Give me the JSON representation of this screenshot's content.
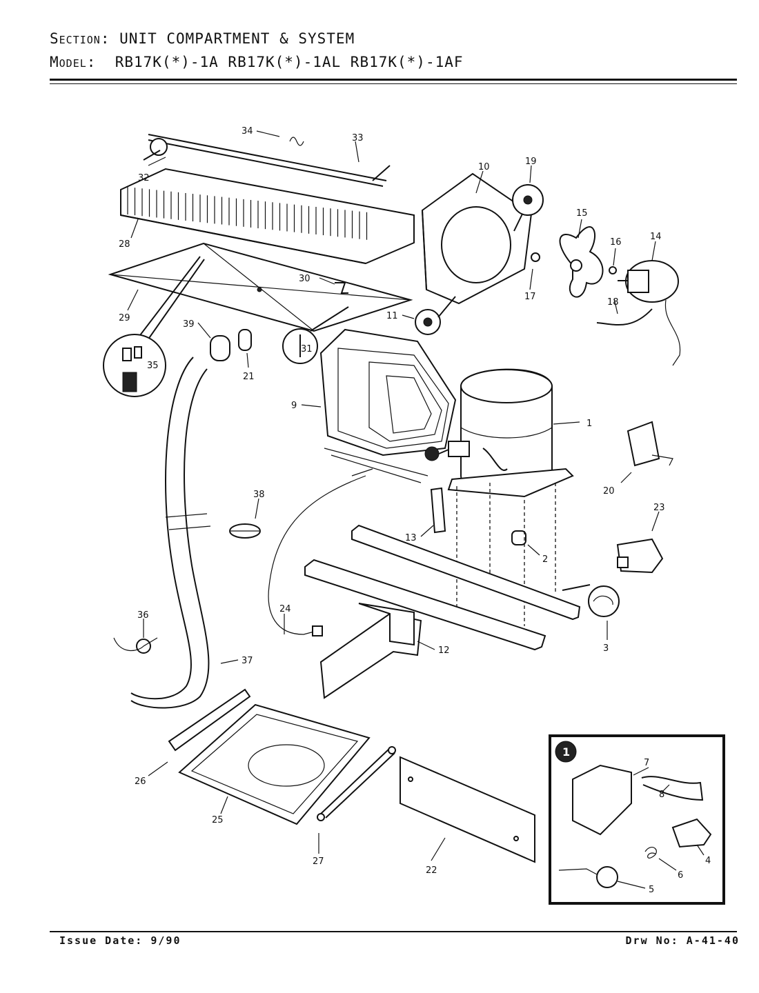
{
  "header": {
    "section_key": "Section:",
    "section_value": "UNIT COMPARTMENT & SYSTEM",
    "model_key": "Model:",
    "model_value": "RB17K(*)-1A  RB17K(*)-1AL  RB17K(*)-1AF"
  },
  "footer": {
    "issue_date": "Issue Date: 9/90",
    "drawing_no": "Drw No: A-41-40"
  },
  "callouts": [
    "1",
    "2",
    "3",
    "4",
    "5",
    "6",
    "7",
    "8",
    "9",
    "10",
    "11",
    "12",
    "13",
    "14",
    "15",
    "16",
    "17",
    "18",
    "19",
    "20",
    "21",
    "22",
    "23",
    "24",
    "25",
    "26",
    "27",
    "28",
    "29",
    "30",
    "31",
    "32",
    "33",
    "34",
    "35",
    "36",
    "37",
    "38",
    "39"
  ],
  "detail_marker": "1"
}
